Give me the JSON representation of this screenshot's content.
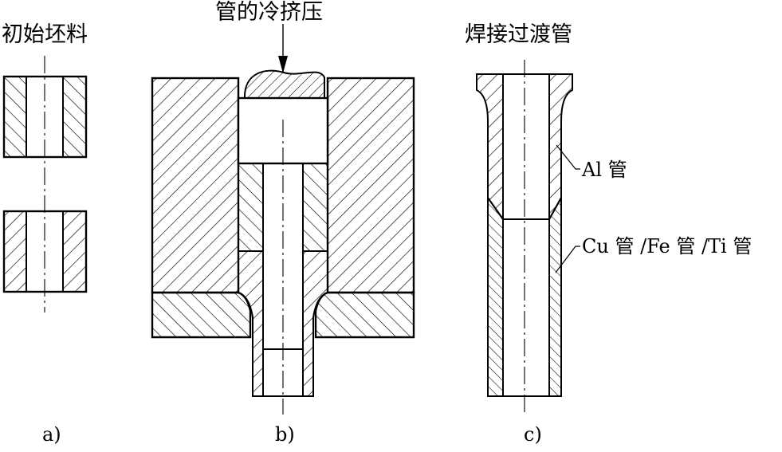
{
  "diagram": {
    "label_initial_blank": "初始坯料",
    "label_extrusion": "管的冷挤压",
    "label_weld_tube": "焊接过渡管",
    "callout_al": "Al 管",
    "callout_cu_fe_ti": "Cu 管 /Fe 管 /Ti 管",
    "caption_a": "a)",
    "caption_b": "b)",
    "caption_c": "c)"
  }
}
